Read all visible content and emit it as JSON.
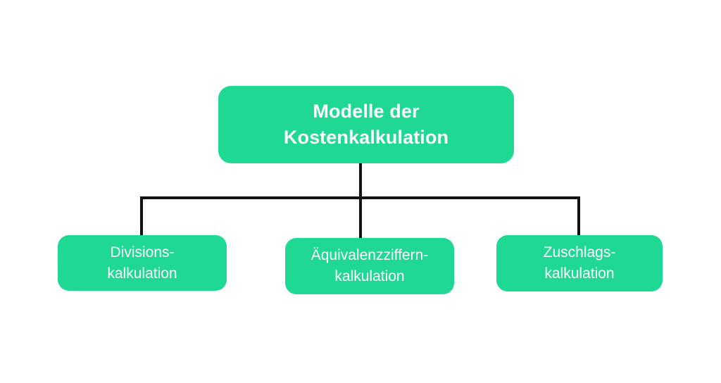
{
  "diagram": {
    "type": "organizational-tree",
    "orientation": "top-down",
    "background_color": "#ffffff",
    "node_color": "#1ed894",
    "node_text_color": "#ffffff",
    "connector_color": "#111111",
    "root": {
      "id": "root",
      "label": "Modelle der\nKostenkalkulation",
      "line_1": "Modelle der",
      "line_2": "Kostenkalkulation",
      "font_weight": "bold"
    },
    "children": [
      {
        "id": "child-0",
        "label": "Divisions-\nkalkulation",
        "line_1": "Divisions-",
        "line_2": "kalkulation",
        "font_weight": "normal"
      },
      {
        "id": "child-1",
        "label": "Äquivalenzziffern-\nkalkulation",
        "line_1": "Äquivalenzziffern-",
        "line_2": "kalkulation",
        "font_weight": "normal"
      },
      {
        "id": "child-2",
        "label": "Zuschlags-\nkalkulation",
        "line_1": "Zuschlags-",
        "line_2": "kalkulation",
        "font_weight": "normal"
      }
    ]
  }
}
